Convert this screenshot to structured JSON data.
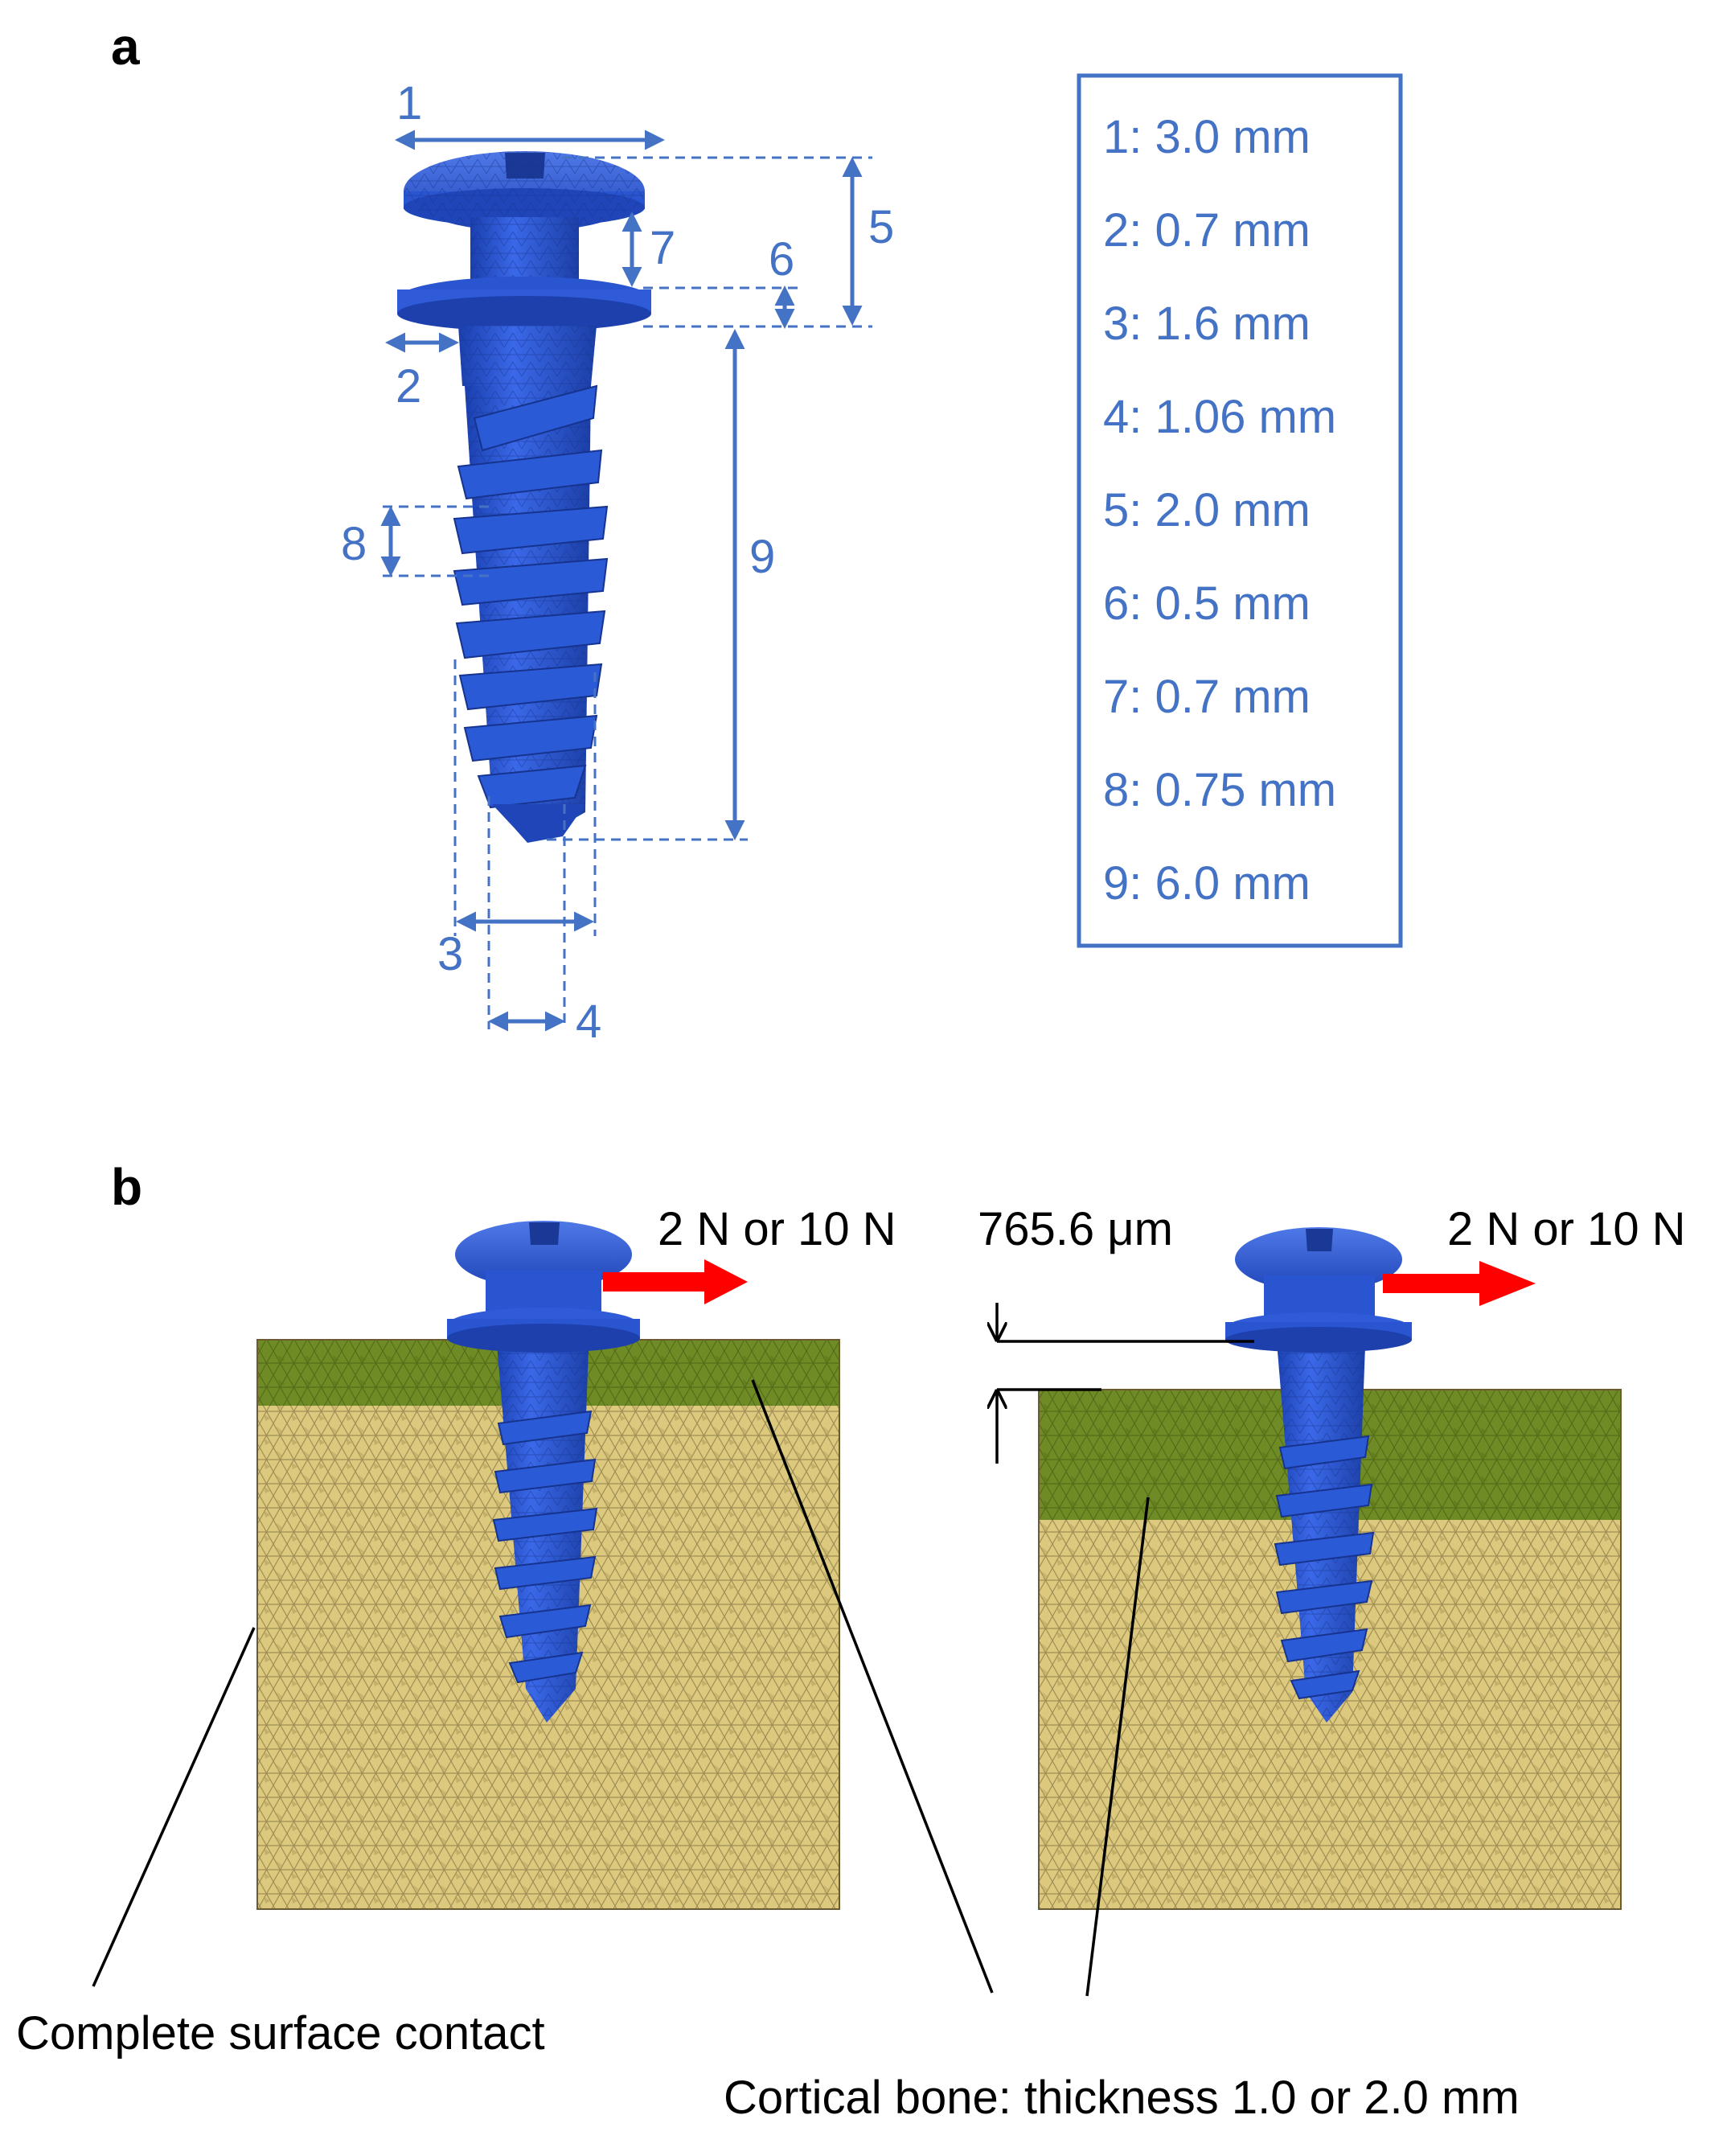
{
  "panel_a": {
    "letter": "a",
    "dimension_labels": [
      "1",
      "2",
      "3",
      "4",
      "5",
      "6",
      "7",
      "8",
      "9"
    ],
    "legend": [
      "1: 3.0 mm",
      "2: 0.7 mm",
      "3: 1.6 mm",
      "4: 1.06 mm",
      "5: 2.0 mm",
      "6: 0.5 mm",
      "7: 0.7 mm",
      "8: 0.75 mm",
      "9: 6.0 mm"
    ]
  },
  "panel_b": {
    "letter": "b",
    "force_label_left": "2 N or 10 N",
    "force_label_right": "2 N or 10 N",
    "gap_label": "765.6 μm",
    "contact_label": "Complete surface contact",
    "cortical_label": "Cortical bone: thickness 1.0 or 2.0 mm"
  },
  "colors": {
    "screw": "#2a55d0",
    "dimension": "#4472c4",
    "cortical_bone": "#6e8a24",
    "cancellous_bone": "#d8c47a",
    "force_arrow": "#ff0000"
  }
}
